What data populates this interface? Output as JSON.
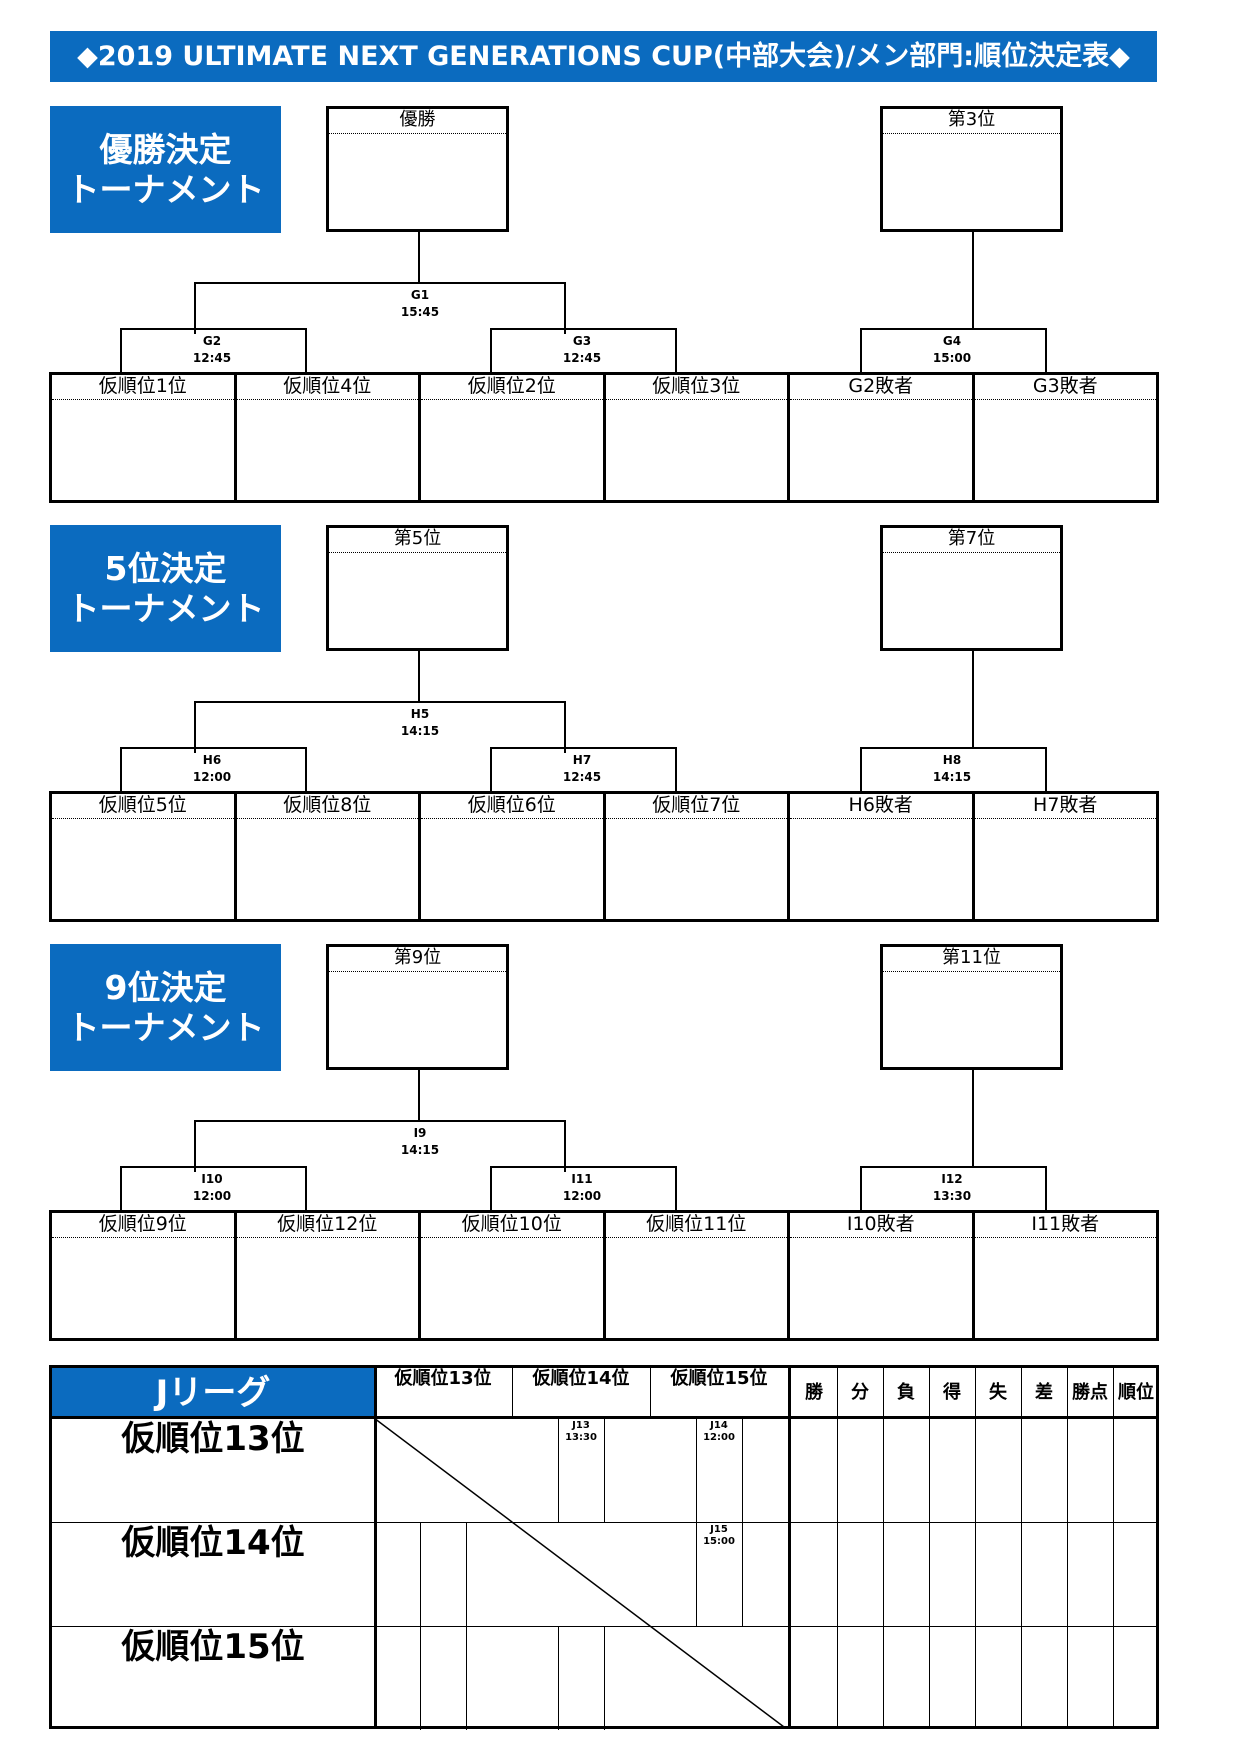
{
  "title": "◆2019 ULTIMATE NEXT GENERATIONS CUP(中部大会)/メン部門:順位決定表◆",
  "sections": [
    {
      "label_line1": "優勝決定",
      "label_line2": "トーナメント",
      "result_left": "優勝",
      "result_right": "第3位",
      "final": {
        "code": "G1",
        "time": "15:45"
      },
      "semi_left": {
        "code": "G2",
        "time": "12:45"
      },
      "semi_right": {
        "code": "G3",
        "time": "12:45"
      },
      "third": {
        "code": "G4",
        "time": "15:00"
      },
      "slots": [
        "仮順位1位",
        "仮順位4位",
        "仮順位2位",
        "仮順位3位",
        "G2敗者",
        "G3敗者"
      ]
    },
    {
      "label_line1": "5位決定",
      "label_line2": "トーナメント",
      "result_left": "第5位",
      "result_right": "第7位",
      "final": {
        "code": "H5",
        "time": "14:15"
      },
      "semi_left": {
        "code": "H6",
        "time": "12:00"
      },
      "semi_right": {
        "code": "H7",
        "time": "12:45"
      },
      "third": {
        "code": "H8",
        "time": "14:15"
      },
      "slots": [
        "仮順位5位",
        "仮順位8位",
        "仮順位6位",
        "仮順位7位",
        "H6敗者",
        "H7敗者"
      ]
    },
    {
      "label_line1": "9位決定",
      "label_line2": "トーナメント",
      "result_left": "第9位",
      "result_right": "第11位",
      "final": {
        "code": "I9",
        "time": "14:15"
      },
      "semi_left": {
        "code": "I10",
        "time": "12:00"
      },
      "semi_right": {
        "code": "I11",
        "time": "12:00"
      },
      "third": {
        "code": "I12",
        "time": "13:30"
      },
      "slots": [
        "仮順位9位",
        "仮順位12位",
        "仮順位10位",
        "仮順位11位",
        "I10敗者",
        "I11敗者"
      ]
    }
  ],
  "jleague": {
    "title": "Jリーグ",
    "columns": [
      "仮順位13位",
      "仮順位14位",
      "仮順位15位"
    ],
    "stats": [
      "勝",
      "分",
      "負",
      "得",
      "失",
      "差",
      "勝点",
      "順位"
    ],
    "rows": [
      "仮順位13位",
      "仮順位14位",
      "仮順位15位"
    ],
    "matches": [
      {
        "code": "J13",
        "time": "13:30"
      },
      {
        "code": "J14",
        "time": "12:00"
      },
      {
        "code": "J15",
        "time": "15:00"
      }
    ]
  }
}
